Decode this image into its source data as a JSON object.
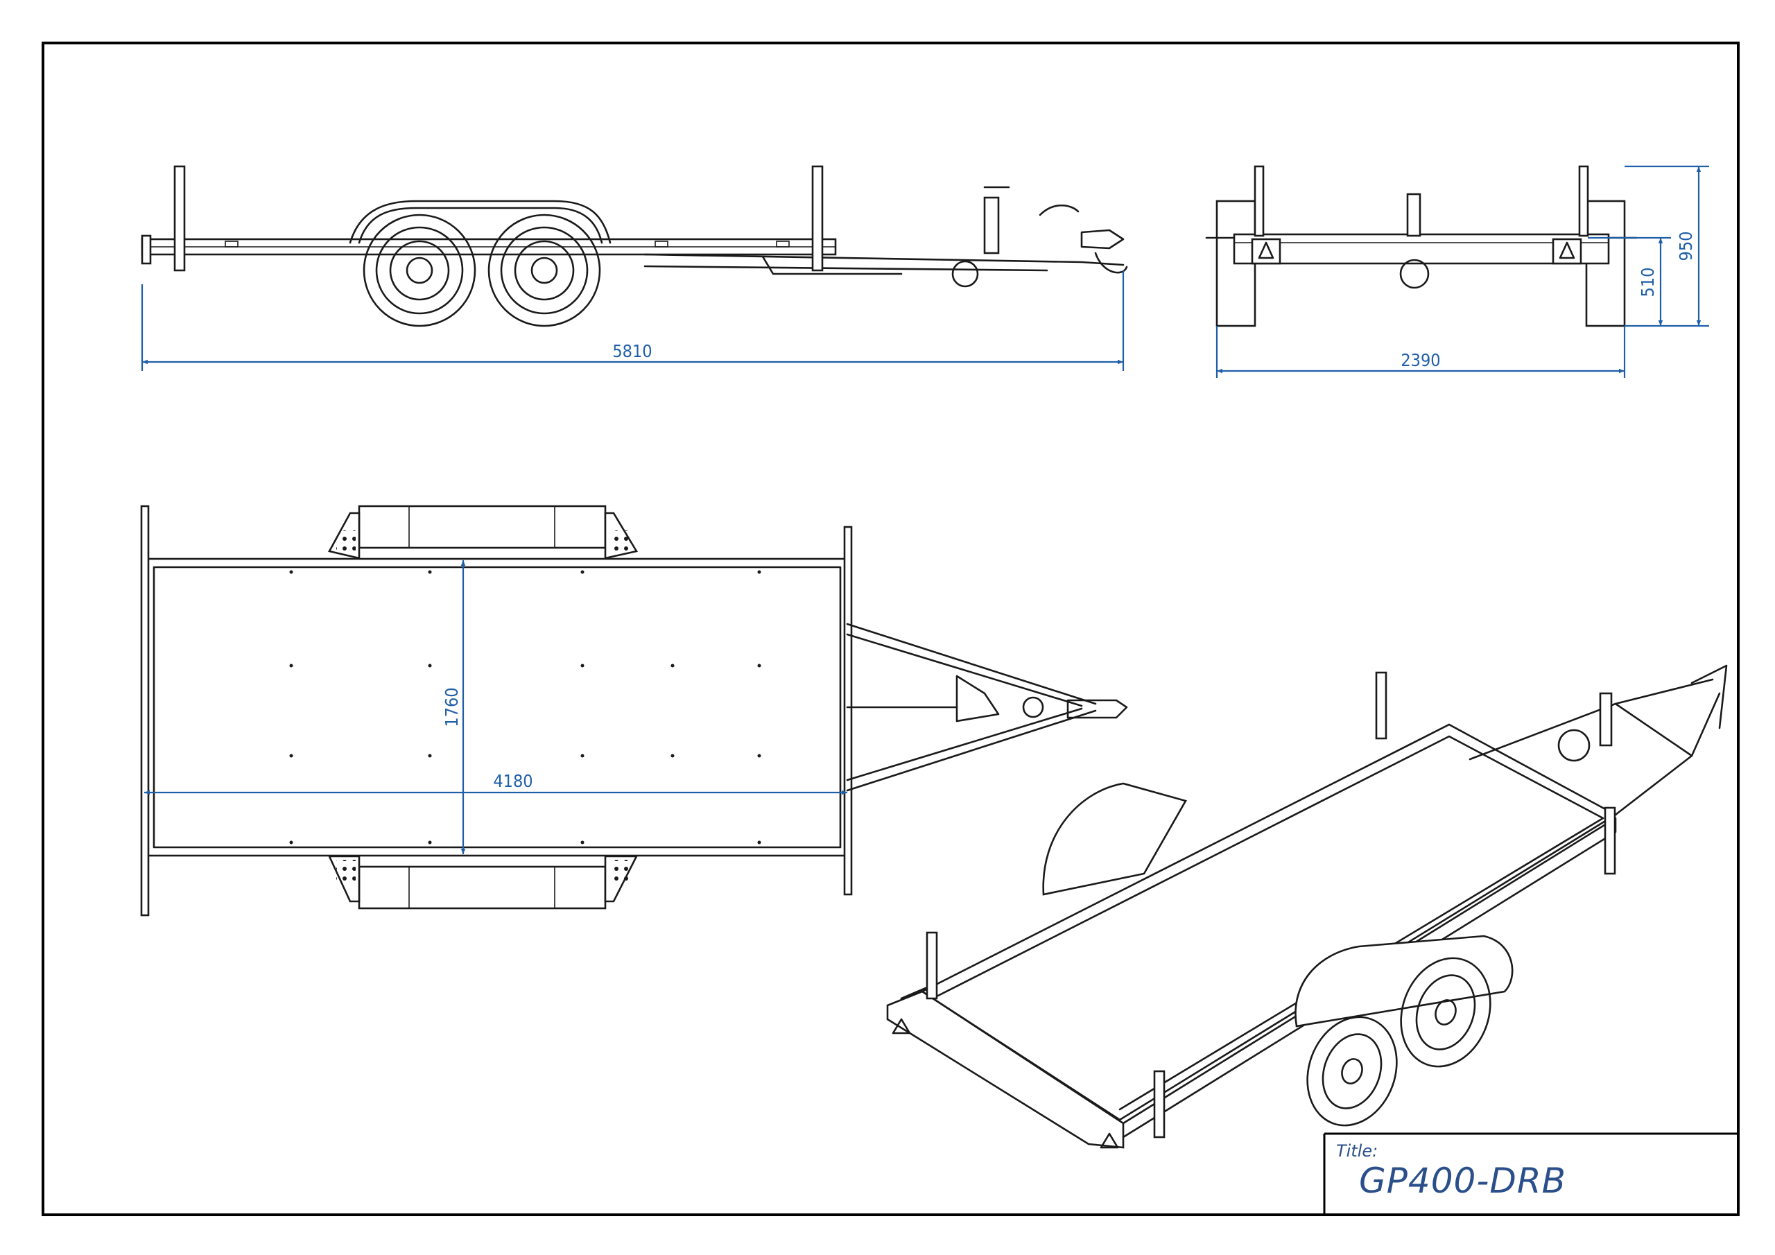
{
  "title_block": {
    "label": "Title:",
    "value": "GP400-DRB"
  },
  "dimensions": {
    "side_length": "5810",
    "rear_width": "2390",
    "rear_height_total": "950",
    "rear_height_deck": "510",
    "top_bed_width": "1760",
    "top_bed_length": "4180"
  },
  "colors": {
    "line": "#1a1a1a",
    "dimension": "#1f5fa8",
    "title": "#2a4f8a"
  }
}
